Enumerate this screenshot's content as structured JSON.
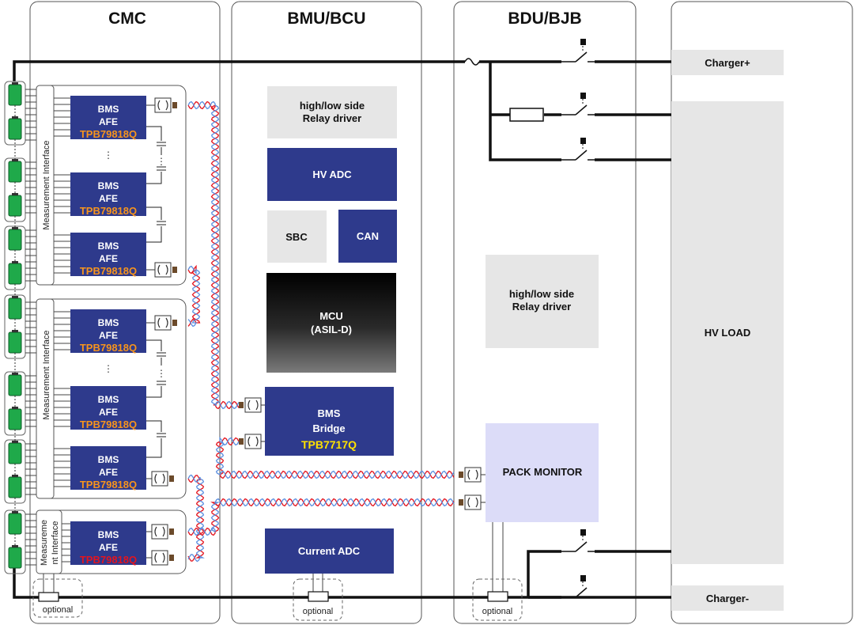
{
  "columns": {
    "cmc": "CMC",
    "bmu": "BMU/BCU",
    "bdu": "BDU/BJB"
  },
  "bmu": {
    "relay_driver": [
      "high/low side",
      "Relay driver"
    ],
    "hv_adc": "HV ADC",
    "sbc": "SBC",
    "can": "CAN",
    "mcu": [
      "MCU",
      "(ASIL-D)"
    ],
    "bridge": [
      "BMS",
      "Bridge"
    ],
    "bridge_part": "TPB7717Q",
    "current_adc": "Current ADC"
  },
  "bdu": {
    "relay_driver": [
      "high/low side",
      "Relay driver"
    ],
    "pack_monitor": "PACK MONITOR"
  },
  "load": {
    "charger_plus": "Charger+",
    "hv_load": "HV LOAD",
    "charger_minus": "Charger-"
  },
  "cmc": {
    "measurement_interface": "Measurement Interface",
    "measurement_interface_small": [
      "Measureme",
      "nt Interface"
    ],
    "afe_lines": [
      "BMS",
      "AFE"
    ],
    "afe_part": "TPB79818Q",
    "dots": "⋮",
    "optional": "optional"
  },
  "colors": {
    "block_blue": "#2e3a8c",
    "gray_block": "#e6e6e6",
    "pack_monitor_fill": "#dcdcf8",
    "cell_green": "#1fa94a",
    "part_orange": "#f7941d",
    "part_yellow": "#ffe100",
    "part_red": "#e4141e",
    "daisy_red": "#e4141e",
    "daisy_blue": "#5b8fe0"
  }
}
